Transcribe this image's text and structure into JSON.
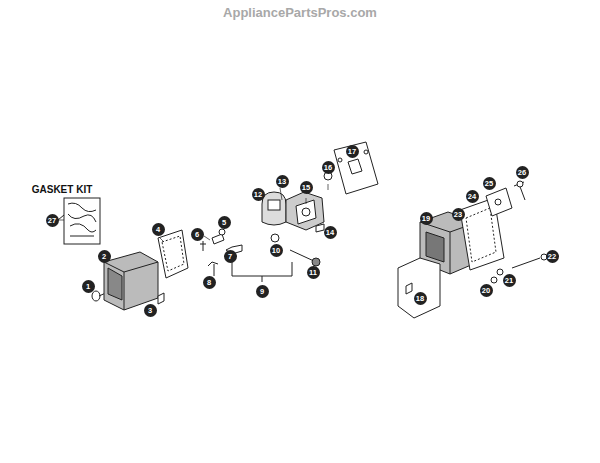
{
  "diagram": {
    "labels": [
      "AppliancePartsPros.com",
      "GASKET KIT",
      "27",
      "1",
      "2",
      "3",
      "4",
      "5",
      "6",
      "7",
      "8",
      "9",
      "10",
      "11",
      "12",
      "13",
      "14",
      "15",
      "16",
      "17",
      "18",
      "19",
      "20",
      "21",
      "22",
      "23",
      "24",
      "25",
      "26"
    ]
  }
}
